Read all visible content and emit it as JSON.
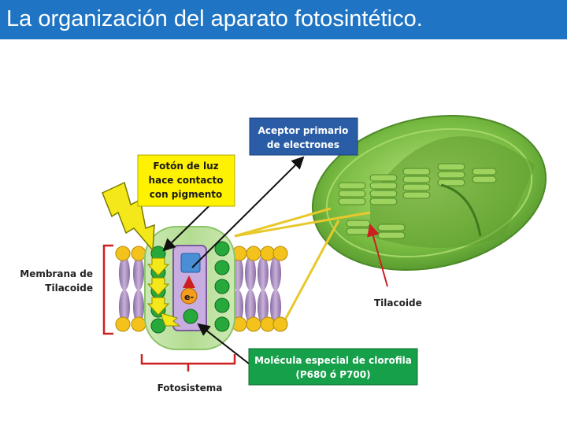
{
  "title": "La organización del aparato fotosintético.",
  "labels": {
    "aceptor_line1": "Aceptor primario",
    "aceptor_line2": "de electrones",
    "foton_line1": "Fotón de luz",
    "foton_line2": "hace contacto",
    "foton_line3": "con pigmento",
    "membrana_line1": "Membrana de",
    "membrana_line2": "Tilacoide",
    "electron": "e-",
    "tilacoide": "Tilacoide",
    "molecula_line1": "Molécula especial de clorofila",
    "molecula_line2": "(P680 ó P700)",
    "fotosistema": "Fotosistema"
  },
  "colors": {
    "title_bar": "#1f74c4",
    "aceptor_box": "#2a5da6",
    "foton_box": "#fff200",
    "molecula_box": "#17a04a",
    "lipid_head": "#f3c21d",
    "pigment_green": "#26a83a",
    "membrane_purple": "#a383b5",
    "photosystem_green": "#bfe3a4",
    "electron_orange": "#f39c1e",
    "chloroplast_green": "#7dc243",
    "arrow_yellow": "#e9c82b",
    "arrow_red": "#cc1f1f"
  }
}
